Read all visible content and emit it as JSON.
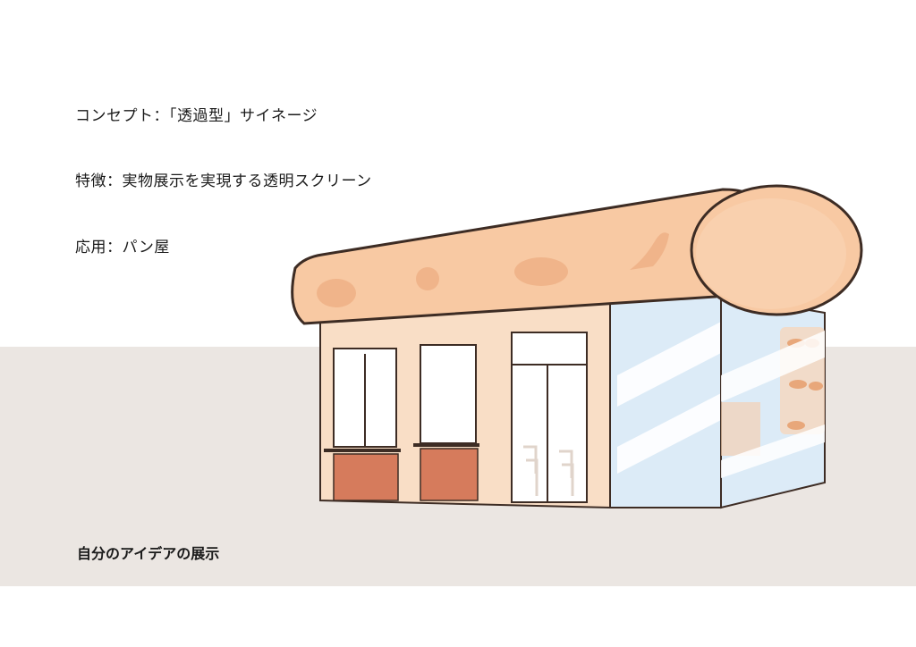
{
  "lines": [
    {
      "label": "コンセプト：「透過型」サイネージ"
    },
    {
      "label": "特徴：実物展示を実現する透明スクリーン"
    },
    {
      "label": "応用：パン屋"
    }
  ],
  "caption": "自分のアイデアの展示",
  "illustration": {
    "subject": "bakery storefront with bread-shaped roof and transparent screen",
    "colors": {
      "ground": "#ebe6e2",
      "bread": "#f8c9a3",
      "bread_shadow": "#f0b48a",
      "outline": "#3d2c24",
      "wall": "#f9dec6",
      "brick": "#d67b5c",
      "glass": "#ffffff",
      "screen": "#dcebf7"
    }
  }
}
